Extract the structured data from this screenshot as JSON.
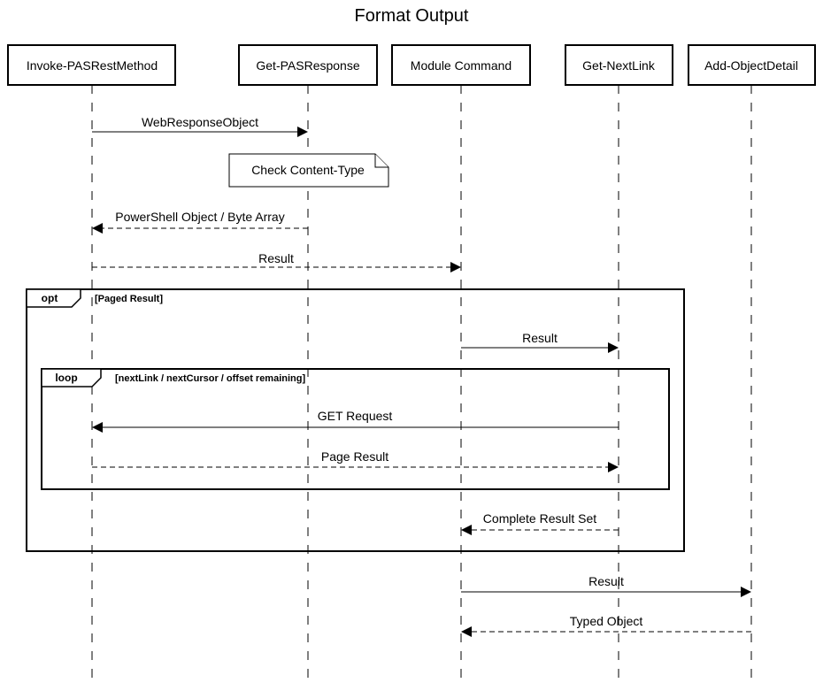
{
  "title": "Format Output",
  "actors": [
    {
      "id": "invoke",
      "label": "Invoke-PASRestMethod"
    },
    {
      "id": "getresp",
      "label": "Get-PASResponse"
    },
    {
      "id": "module",
      "label": "Module Command"
    },
    {
      "id": "nextlink",
      "label": "Get-NextLink"
    },
    {
      "id": "addobj",
      "label": "Add-ObjectDetail"
    }
  ],
  "messages": [
    {
      "from": "invoke",
      "to": "getresp",
      "label": "WebResponseObject",
      "style": "solid"
    },
    {
      "from": "getresp",
      "to": "invoke",
      "label": "PowerShell Object / Byte Array",
      "style": "dashed"
    },
    {
      "from": "invoke",
      "to": "module",
      "label": "Result",
      "style": "dashed"
    },
    {
      "from": "module",
      "to": "nextlink",
      "label": "Result",
      "style": "solid"
    },
    {
      "from": "nextlink",
      "to": "invoke",
      "label": "GET Request",
      "style": "solid"
    },
    {
      "from": "invoke",
      "to": "nextlink",
      "label": "Page Result",
      "style": "dashed"
    },
    {
      "from": "nextlink",
      "to": "module",
      "label": "Complete Result Set",
      "style": "dashed"
    },
    {
      "from": "module",
      "to": "addobj",
      "label": "Result",
      "style": "solid"
    },
    {
      "from": "addobj",
      "to": "module",
      "label": "Typed Object",
      "style": "dashed"
    }
  ],
  "note": {
    "label": "Check Content-Type"
  },
  "frames": [
    {
      "kind": "opt",
      "condition": "[Paged Result]"
    },
    {
      "kind": "loop",
      "condition": "[nextLink / nextCursor / offset remaining]"
    }
  ]
}
